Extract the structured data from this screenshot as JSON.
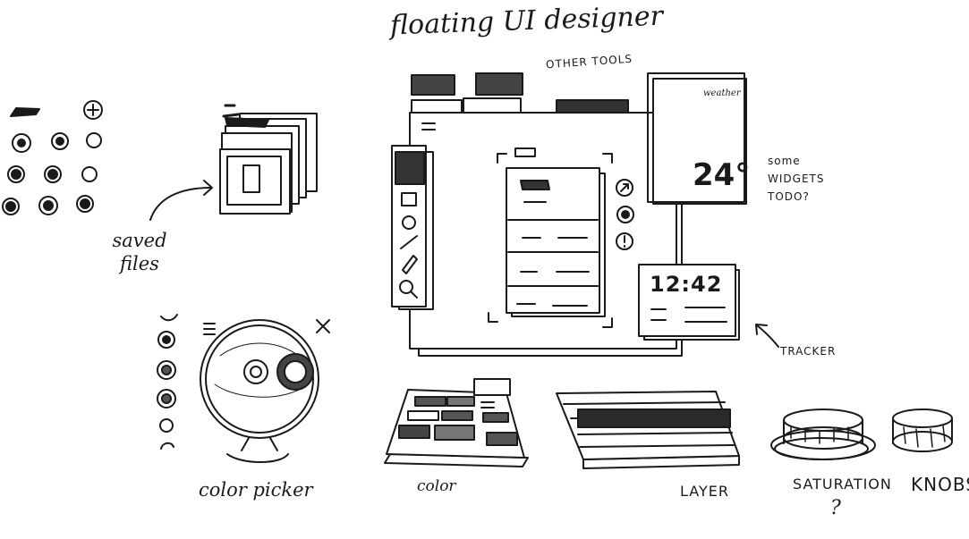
{
  "title": "floating UI designer",
  "annotations": {
    "saved_files": "saved files",
    "other_tools": "OTHER TOOLS",
    "widgets_note": "some WIDGETS TODO?",
    "tracker": "TRACKER",
    "question": "?"
  },
  "widgets": {
    "weather_title": "weather",
    "temperature": "24°",
    "clock": "12:42"
  },
  "labels": {
    "color_picker": "color picker",
    "color": "color",
    "layer": "LAYER",
    "saturation": "SATURATION",
    "knobs": "KNOBS"
  },
  "colors": {
    "ink": "#1a1a1a",
    "paper": "#ffffff"
  }
}
